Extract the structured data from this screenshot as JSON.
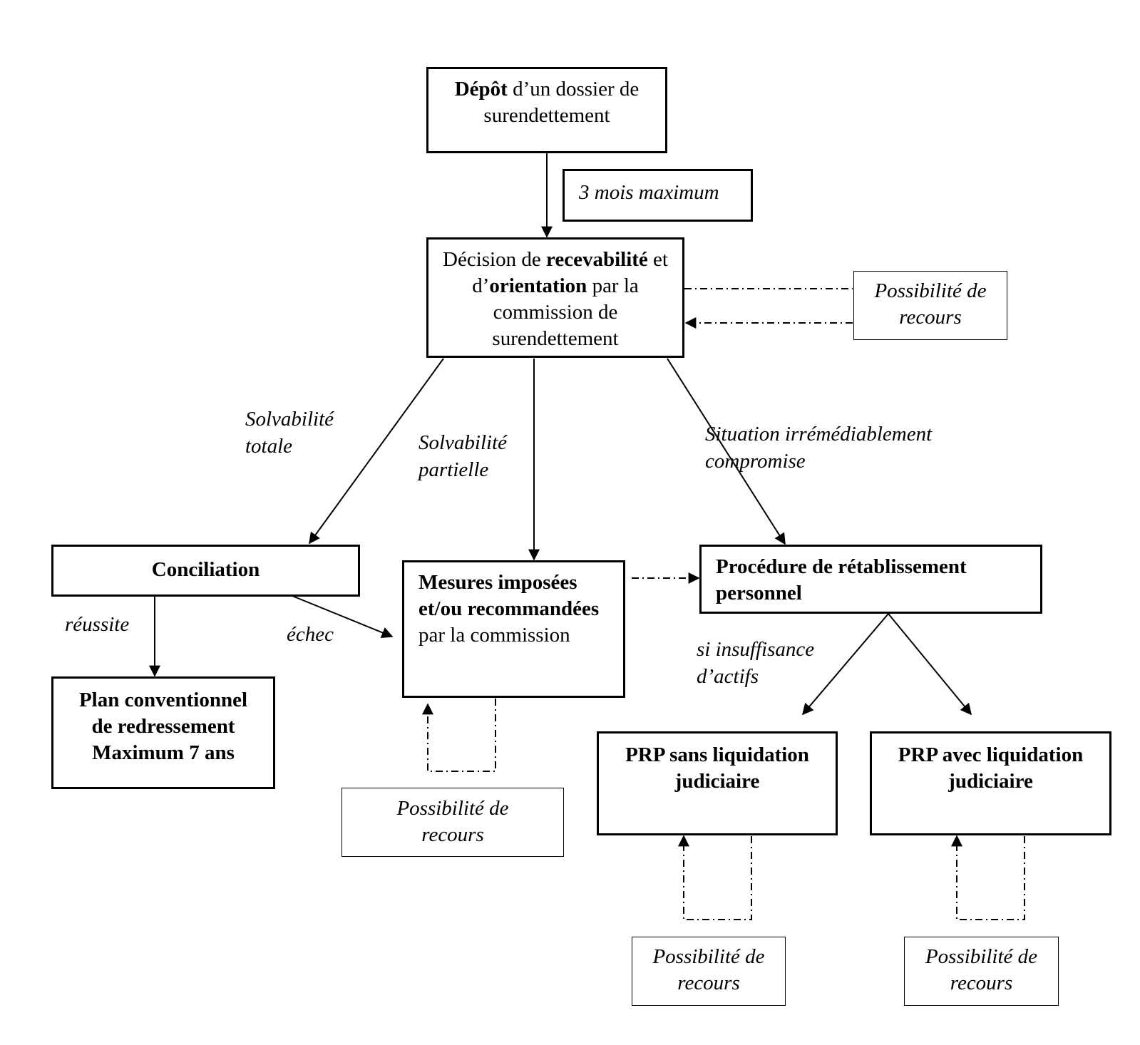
{
  "nodes": {
    "depot": {
      "bold": "Dépôt",
      "rest": " d’un dossier de surendettement"
    },
    "delai": {
      "text": "3 mois maximum"
    },
    "decision": {
      "t1": "Décision de ",
      "b1": "recevabilité",
      "t2": " et d’",
      "b2": "orientation",
      "t3": " par la commission de surendettement"
    },
    "recours_top": {
      "line1": "Possibilité de",
      "line2": "recours"
    },
    "conciliation": {
      "text": "Conciliation"
    },
    "plan": {
      "line1": "Plan conventionnel",
      "line2": "de redressement",
      "line3": "Maximum 7 ans"
    },
    "mesures": {
      "b1": "Mesures imposées et/ou recommandées",
      "t1": " par la commission"
    },
    "recours_mesures": {
      "line1": "Possibilité de",
      "line2": "recours"
    },
    "prp": {
      "text": "Procédure de rétablissement personnel"
    },
    "prp_sans": {
      "text": "PRP sans liquidation judiciaire"
    },
    "prp_avec": {
      "text": "PRP avec liquidation judiciaire"
    },
    "recours_sans": {
      "line1": "Possibilité de",
      "line2": "recours"
    },
    "recours_avec": {
      "line1": "Possibilité de",
      "line2": "recours"
    }
  },
  "edge_labels": {
    "solvabilite_totale": {
      "line1": "Solvabilité",
      "line2": "totale"
    },
    "solvabilite_partielle": {
      "line1": "Solvabilité",
      "line2": "partielle"
    },
    "situation": {
      "line1": "Situation irrémédiablement",
      "line2": "compromise"
    },
    "reussite": "réussite",
    "echec": "échec",
    "insuffisance": {
      "line1": "si insuffisance",
      "line2": "d’actifs"
    }
  }
}
